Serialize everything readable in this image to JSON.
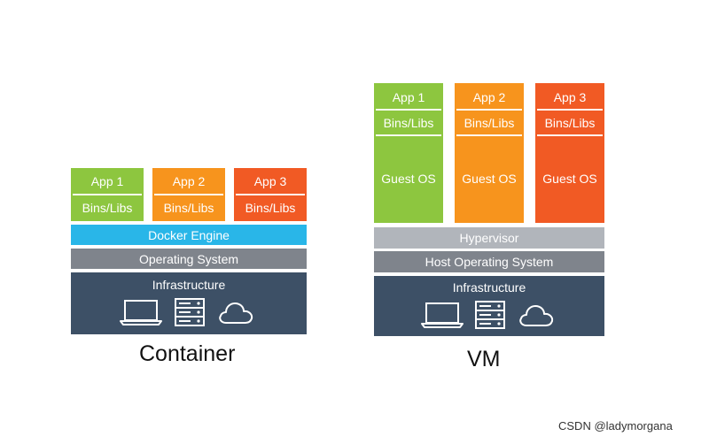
{
  "container": {
    "apps": [
      {
        "app": "App 1",
        "bins": "Bins/Libs"
      },
      {
        "app": "App 2",
        "bins": "Bins/Libs"
      },
      {
        "app": "App 3",
        "bins": "Bins/Libs"
      }
    ],
    "engine": "Docker Engine",
    "os": "Operating System",
    "infra": "Infrastructure",
    "caption": "Container"
  },
  "vm": {
    "apps": [
      {
        "app": "App 1",
        "bins": "Bins/Libs",
        "guest": "Guest OS"
      },
      {
        "app": "App 2",
        "bins": "Bins/Libs",
        "guest": "Guest OS"
      },
      {
        "app": "App 3",
        "bins": "Bins/Libs",
        "guest": "Guest OS"
      }
    ],
    "hypervisor": "Hypervisor",
    "host_os": "Host Operating System",
    "infra": "Infrastructure",
    "caption": "VM"
  },
  "watermark": "CSDN @ladymorgana",
  "colors": {
    "app1": "#8dc63f",
    "app2": "#f7941d",
    "app3": "#f15a24",
    "docker": "#29b6e8",
    "os_gray": "#7f848c",
    "hypervisor": "#b1b5bb",
    "infra": "#3d5066"
  },
  "icons": [
    "laptop-icon",
    "server-icon",
    "cloud-icon"
  ]
}
